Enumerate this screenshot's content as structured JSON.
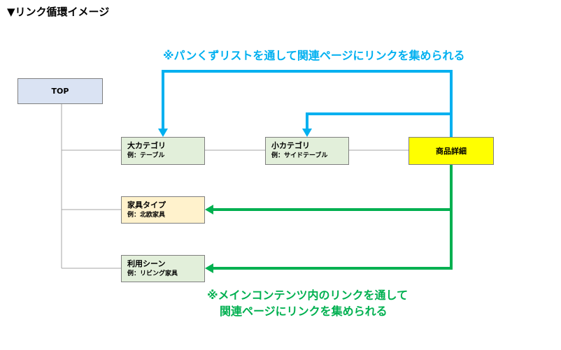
{
  "heading": "▼リンク循環イメージ",
  "colors": {
    "blue_arrow": "#00b0f0",
    "green_arrow": "#00b050",
    "line_gray": "#a6a6a6",
    "top_fill": "#dae3f3",
    "category_fill": "#e2efda",
    "product_fill": "#ffff00",
    "type_fill": "#fff2cc"
  },
  "nodes": {
    "top": {
      "label": "TOP"
    },
    "large_category": {
      "label": "大カテゴリ",
      "example": "例：テーブル"
    },
    "small_category": {
      "label": "小カテゴリ",
      "example": "例：サイドテーブル"
    },
    "product_detail": {
      "label": "商品詳細"
    },
    "furniture_type": {
      "label": "家具タイプ",
      "example": "例：北欧家具"
    },
    "usage_scene": {
      "label": "利用シーン",
      "example": "例：リビング家具"
    }
  },
  "notes": {
    "breadcrumb": "※パンくずリストを通して関連ページにリンクを集められる",
    "main_content_line1": "※メインコンテンツ内のリンクを通して",
    "main_content_line2": "関連ページにリンクを集められる"
  }
}
